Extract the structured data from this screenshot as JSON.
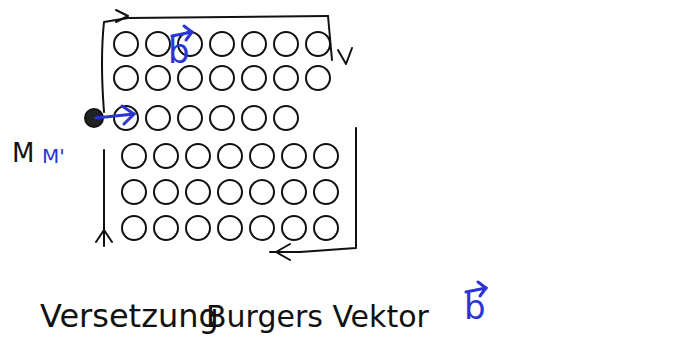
{
  "diagram": {
    "labels": [
      "b",
      "M",
      "M'",
      "Versetzung",
      "Burgers Vektor",
      "b"
    ]
  }
}
